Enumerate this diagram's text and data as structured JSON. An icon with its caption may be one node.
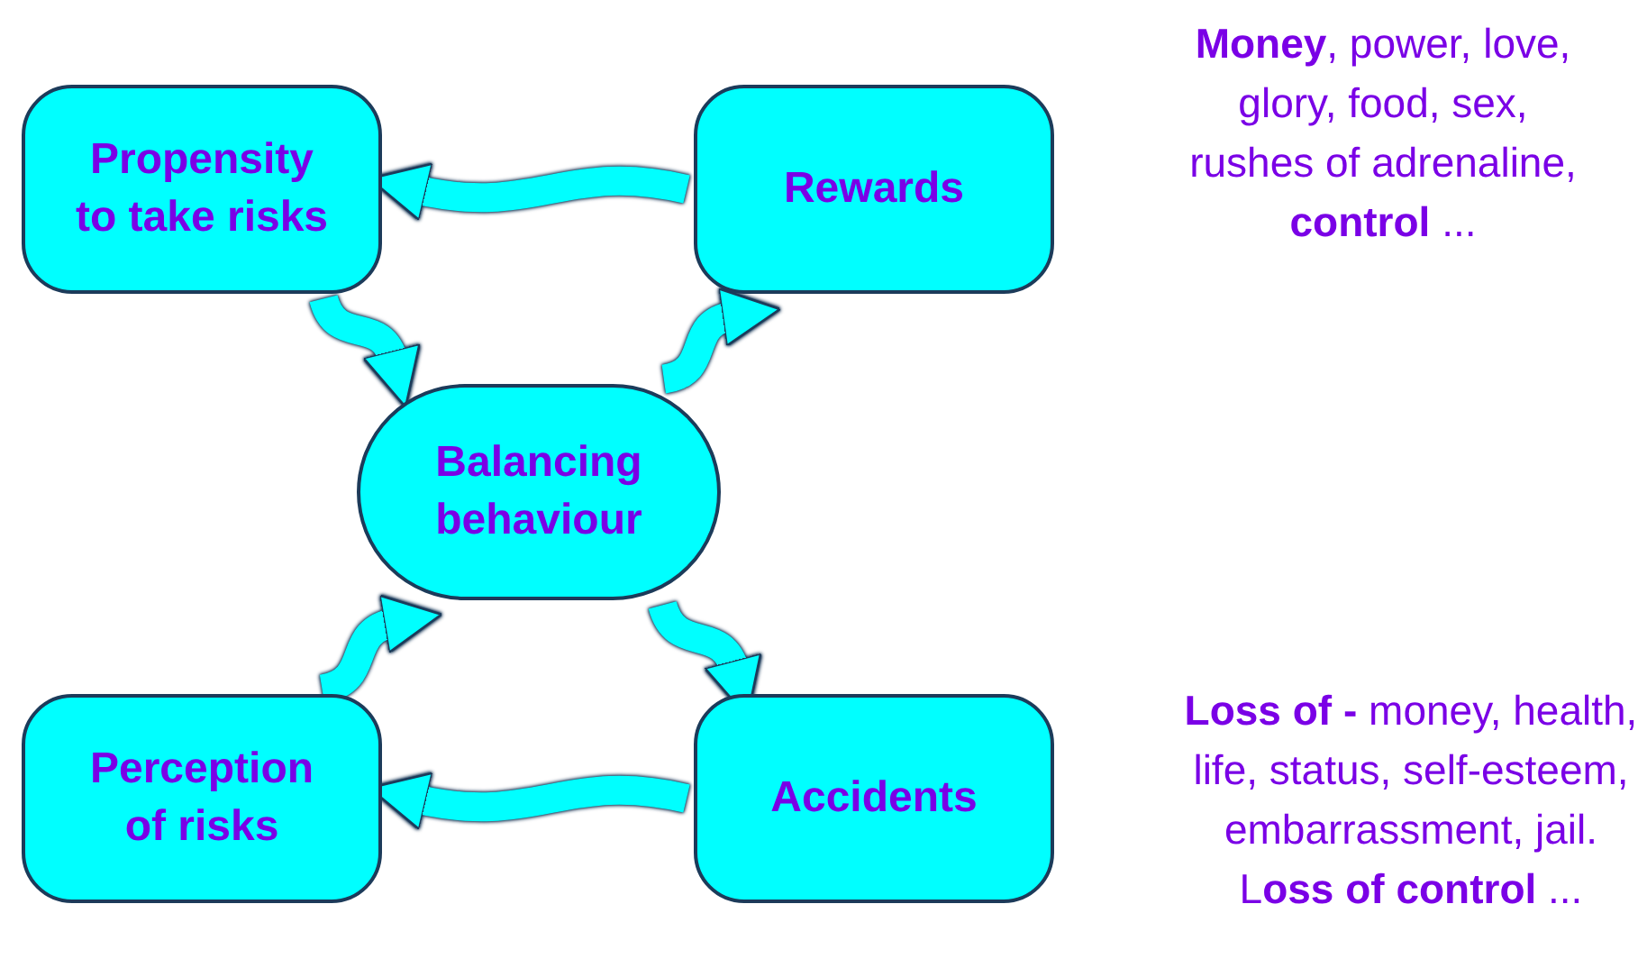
{
  "diagram": {
    "nodes": [
      {
        "text": [
          "Propensity to take risks"
        ]
      },
      {
        "text": [
          "Rewards"
        ]
      },
      {
        "text": [
          "Balancing behaviour"
        ]
      },
      {
        "text": [
          "Perception of risks"
        ]
      },
      {
        "text": [
          "Accidents"
        ]
      }
    ],
    "edges": [
      {
        "from": 1,
        "to": 0,
        "arrow": "to"
      },
      {
        "from": 0,
        "to": 2,
        "arrow": "to"
      },
      {
        "from": 2,
        "to": 1,
        "arrow": "to"
      },
      {
        "from": 2,
        "to": 4,
        "arrow": "to"
      },
      {
        "from": 4,
        "to": 3,
        "arrow": "to"
      },
      {
        "from": 3,
        "to": 2,
        "arrow": "to"
      }
    ],
    "labels": [
      "**Money**, power, love, glory, food, sex, rushes of adrenaline, **control** ...",
      "**Loss of -** money, health, life, status, self-esteem, embarrassment, jail. L**oss of control** ..."
    ]
  }
}
